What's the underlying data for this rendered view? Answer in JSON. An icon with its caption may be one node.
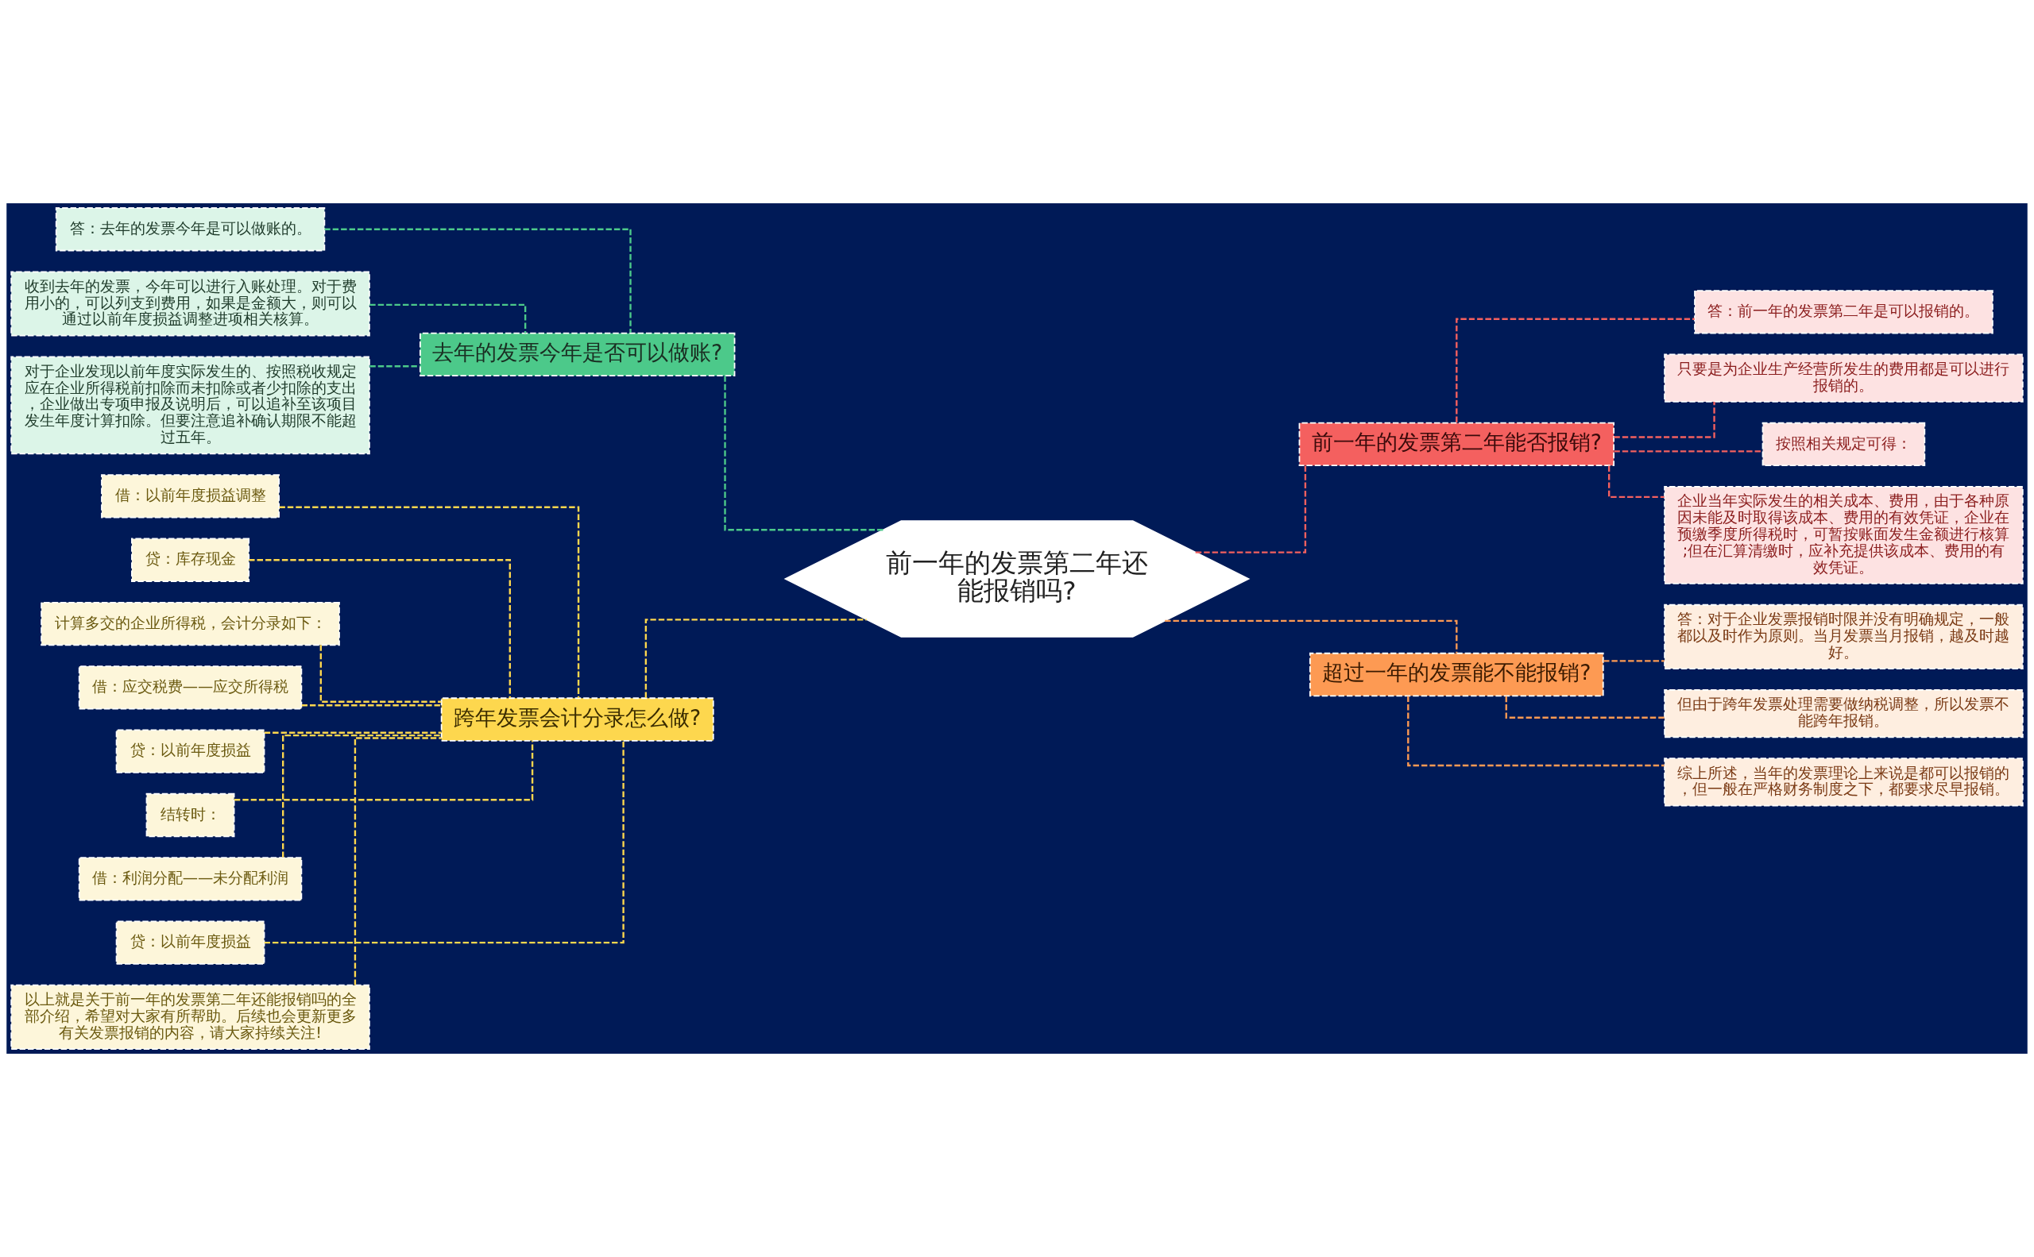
{
  "diagram": {
    "nodes": [
      {
        "text": [
          "前一年的发票第二年还能报销吗?"
        ]
      },
      {
        "text": [
          "去年的发票今年是否可以做账?"
        ]
      },
      {
        "text": [
          "答：去年的发票今年是可以做账的。"
        ]
      },
      {
        "text": [
          "收到去年的发票，今年可以进行入账处理。对于费用小的，可以列支到费用，如果是金额大，则可以通过以前年度损益调整进项相关核算。"
        ]
      },
      {
        "text": [
          "对于企业发现以前年度实际发生的、按照税收规定应在企业所得税前扣除而未扣除或者少扣除的支出，企业做出专项申报及说明后，可以追补至该项目发生年度计算扣除。但要注意追补确认期限不能超过五年。"
        ]
      },
      {
        "text": [
          "跨年发票会计分录怎么做?"
        ]
      },
      {
        "text": [
          "借：以前年度损益调整"
        ]
      },
      {
        "text": [
          "贷：库存现金"
        ]
      },
      {
        "text": [
          "计算多交的企业所得税，会计分录如下："
        ]
      },
      {
        "text": [
          "借：应交税费——应交所得税"
        ]
      },
      {
        "text": [
          "贷：以前年度损益"
        ]
      },
      {
        "text": [
          "结转时："
        ]
      },
      {
        "text": [
          "借：利润分配——未分配利润"
        ]
      },
      {
        "text": [
          "贷：以前年度损益"
        ]
      },
      {
        "text": [
          "以上就是关于前一年的发票第二年还能报销吗的全部介绍，希望对大家有所帮助。后续也会更新更多有关发票报销的内容，请大家持续关注!"
        ]
      },
      {
        "text": [
          "前一年的发票第二年能否报销?"
        ]
      },
      {
        "text": [
          "答：前一年的发票第二年是可以报销的。"
        ]
      },
      {
        "text": [
          "只要是为企业生产经营所发生的费用都是可以进行报销的。"
        ]
      },
      {
        "text": [
          "按照相关规定可得："
        ]
      },
      {
        "text": [
          "企业当年实际发生的相关成本、费用，由于各种原因未能及时取得该成本、费用的有效凭证，企业在预缴季度所得税时，可暂按账面发生金额进行核算;但在汇算清缴时，应补充提供该成本、费用的有效凭证。"
        ]
      },
      {
        "text": [
          "超过一年的发票能不能报销?"
        ]
      },
      {
        "text": [
          "答：对于企业发票报销时限并没有明确规定，一般都以及时作为原则。当月发票当月报销，越及时越好。"
        ]
      },
      {
        "text": [
          "但由于跨年发票处理需要做纳税调整，所以发票不能跨年报销。"
        ]
      },
      {
        "text": [
          "综上所述，当年的发票理论上来说是都可以报销的，但一般在严格财务制度之下，都要求尽早报销。"
        ]
      }
    ],
    "edges": [
      {
        "from": 0,
        "to": 1,
        "arrow": "none",
        "style": "dashed",
        "color": "#4cc98a"
      },
      {
        "from": 1,
        "to": 2,
        "arrow": "none",
        "style": "dashed",
        "color": "#4cc98a"
      },
      {
        "from": 1,
        "to": 3,
        "arrow": "none",
        "style": "dashed",
        "color": "#4cc98a"
      },
      {
        "from": 1,
        "to": 4,
        "arrow": "none",
        "style": "dashed",
        "color": "#4cc98a"
      },
      {
        "from": 0,
        "to": 5,
        "arrow": "none",
        "style": "dashed"
      },
      {
        "from": 5,
        "to": 6,
        "arrow": "none",
        "style": "dashed"
      },
      {
        "from": 5,
        "to": 7,
        "arrow": "none",
        "style": "dashed"
      },
      {
        "from": 5,
        "to": 8,
        "arrow": "none",
        "style": "dashed"
      },
      {
        "from": 5,
        "to": 9,
        "arrow": "none",
        "style": "dashed"
      },
      {
        "from": 5,
        "to": 10,
        "arrow": "none",
        "style": "dashed"
      },
      {
        "from": 5,
        "to": 11,
        "arrow": "none",
        "style": "dashed"
      },
      {
        "from": 5,
        "to": 12,
        "arrow": "none",
        "style": "dashed"
      },
      {
        "from": 5,
        "to": 13,
        "arrow": "none",
        "style": "dashed"
      },
      {
        "from": 5,
        "to": 14,
        "arrow": "none",
        "style": "dashed"
      },
      {
        "from": 0,
        "to": 15,
        "arrow": "none",
        "style": "dashed",
        "color": "#f4605f"
      },
      {
        "from": 15,
        "to": 16,
        "arrow": "none",
        "style": "dashed",
        "color": "#f4605f"
      },
      {
        "from": 15,
        "to": 17,
        "arrow": "none",
        "style": "dashed",
        "color": "#f4605f"
      },
      {
        "from": 15,
        "to": 18,
        "arrow": "none",
        "style": "dashed",
        "color": "#f4605f"
      },
      {
        "from": 15,
        "to": 19,
        "arrow": "none",
        "style": "dashed",
        "color": "#f4605f"
      },
      {
        "from": 0,
        "to": 20,
        "arrow": "none",
        "style": "dashed",
        "color": "#fd9a53"
      },
      {
        "from": 20,
        "to": 21,
        "arrow": "none",
        "style": "dashed",
        "color": "#fd9a53"
      },
      {
        "from": 20,
        "to": 22,
        "arrow": "none",
        "style": "dashed",
        "color": "#fd9a53"
      },
      {
        "from": 20,
        "to": 23,
        "arrow": "none",
        "style": "dashed",
        "color": "#fd9a53"
      }
    ]
  }
}
